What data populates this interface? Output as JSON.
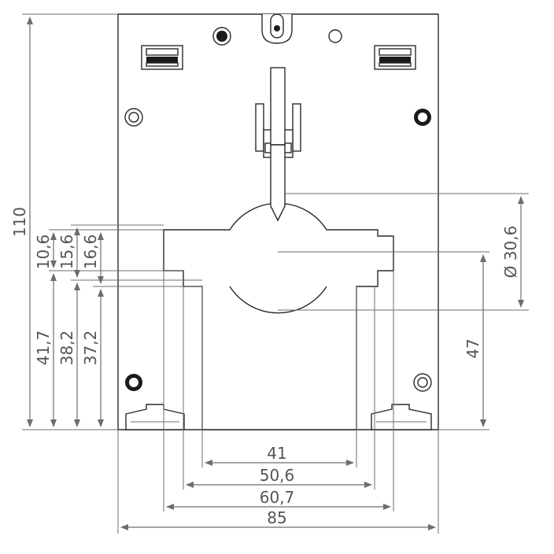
{
  "drawing": {
    "units": "mm",
    "colors": {
      "outline": "#2a2a2a",
      "dimension": "#6d6d6d",
      "background": "#ffffff"
    },
    "dimensions": {
      "overall_height": "110",
      "overall_width": "85",
      "window_width_inner": "41",
      "window_width": "50,6",
      "slot_width": "60,7",
      "busbar_slot_height_a": "10,6",
      "busbar_slot_height_b": "15,6",
      "busbar_slot_height_c": "16,6",
      "height_to_slot_a": "41,7",
      "height_to_slot_b": "38,2",
      "height_to_slot_c": "37,2",
      "hole_diameter": "Ø 30,6",
      "center_height": "47"
    }
  }
}
